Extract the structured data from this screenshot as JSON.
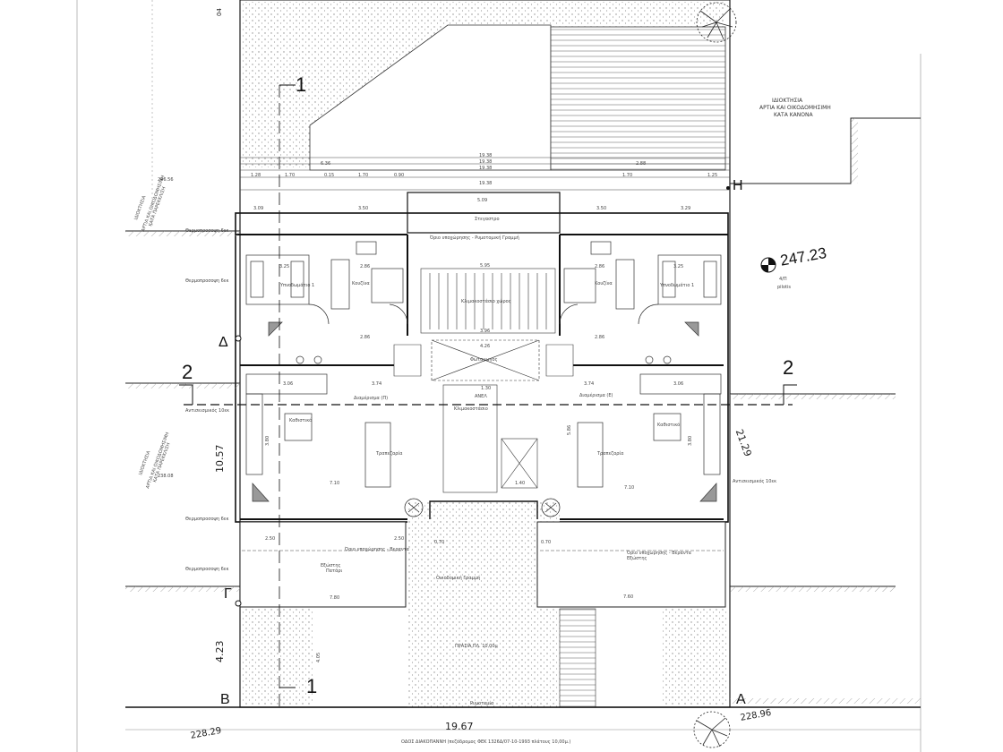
{
  "labels": {
    "top_left_num": "04",
    "section1_top": "1",
    "section1_bottom": "1",
    "section2_left": "2",
    "section2_right": "2",
    "vertex_H": "Η",
    "vertex_Delta": "Δ",
    "vertex_Gamma": "Γ",
    "vertex_B": "Β",
    "vertex_A": "Α",
    "elevation": "247.23",
    "elevation_sub1": "4/Π",
    "elevation_sub2": "pilotis",
    "neighbor_right": [
      "ΙΔΙΟΚΤΗΣΙΑ",
      "ΑΡΤΙΑ ΚΑΙ ΟΙΚΟΔΟΜΗΣΙΜΗ",
      "ΚΑΤΑ ΚΑΝΟΝΑ"
    ],
    "neighbor_left_top": [
      "ΙΔΙΟΚΤΗΣΙΑ",
      "ΑΡΤΙΑ ΚΑΙ ΟΙΚΟΔΟΜΗΣΙΜΗ",
      "ΚΑΤΑ ΠΑΡΕΚΚΛΙΣΗ"
    ],
    "neighbor_left_bot": [
      "ΙΔΙΟΚΤΗΣΙΑ",
      "ΑΡΤΙΑ ΚΑΙ ΟΙΚΟΔΟΜΗΣΙΜΗ",
      "ΚΑΤΑ ΠΑΡΕΚΚΛΙΣΗ"
    ],
    "level_left_top": "246.56",
    "level_left_bot": "238.08",
    "level_bottom_left": "228.29",
    "level_bottom_right": "228.96",
    "dim_left_vertical": "10.57",
    "dim_bottom_left_vertical": "4.23",
    "dim_right_vertical": "21.29",
    "dim_bottom": "19.67",
    "street": "ΟΔΟΣ ΔΙΑΚΟΠΑΝΝΗ (πεζόδρομος ΦΕΚ 1326Δ/07-10-1993 πλάτους 10,00μ.)",
    "prasia": "ΠΡΑΣΙΑ ΠΛ. 10,00μ",
    "roof": "Ρυμοτομία",
    "dims_top": [
      "19.38",
      "19.38",
      "19.38",
      "19.38"
    ],
    "dims_top_row": [
      "1.28",
      "1.70",
      "1.70",
      "0.90",
      "1.70",
      "1.25",
      "2.88",
      "6.36",
      "0.15"
    ],
    "dim_350": "3.50",
    "dim_309": "3.09",
    "dim_329": "3.29",
    "dim_350b": "3.50",
    "stairs": "Κλιμακοστάσιο χώρος",
    "elevator": "ΑΝΕΛ",
    "corridor": "Κλιμακοστάσιο",
    "light_well": "Φωταγωγός",
    "storage": "Στεγαστρο",
    "bedroom_l": "Υπνοδωμάτιο 1",
    "bedroom_r": "Υπνοδωμάτιο 1",
    "kitchen_l": "Κουζίνα",
    "kitchen_r": "Κουζίνα",
    "living_l": "Καθιστικό",
    "living_r": "Καθιστικό",
    "dining_l": "Τραπεζαρία",
    "dining_r": "Τραπεζαρία",
    "hall_l": "Διαμέρισμα (Π)",
    "hall_r": "Διαμέρισμα (Ε)",
    "balcony_l": "Εξώστης",
    "balcony_r": "Εξώστης",
    "patio": "Πατάρι",
    "boundary_line": "Όριο υποχώρησης - Ρυμοτομική Γραμμή",
    "boundary_line2": "Όριο υποχώρησης - Βεραντα",
    "side_label": "Θερμοπροσοψη 6εκ",
    "side_label2": "Αντισεισμικός 10εκ",
    "building_line": "Οικοδομική Γραμμή",
    "dim_325": "3.25",
    "dim_286": "2.86",
    "dim_396": "3.96",
    "dim_595": "5.95",
    "dim_374": "3.74",
    "dim_306": "3.06",
    "dim_426": "4.26",
    "dim_710": "7.10",
    "dim_780": "7.80",
    "dim_760": "7.60",
    "dim_250": "2.50",
    "dim_070": "0.70",
    "dim_405": "4.05",
    "dim_130": "1.30",
    "dim_140": "1.40",
    "dim_509": "5.09",
    "dim_586": "5.86",
    "dim_380": "3.80",
    "dim_636": "6.36"
  },
  "colors": {
    "line": "#1a1a1a",
    "thin": "#444444",
    "hatch": "#9a9a9a",
    "dots": "#8c8c8c",
    "accent": "#000000"
  }
}
